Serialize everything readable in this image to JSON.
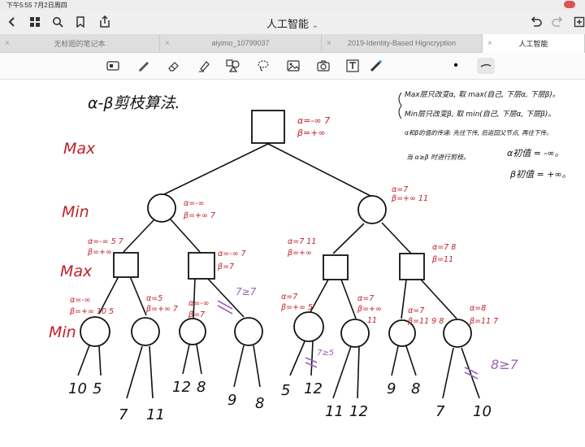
{
  "status_bar": {
    "time": "下午5:55  7月2日周四"
  },
  "nav": {
    "back_icon": "chevron-left-icon",
    "title": "人工智能",
    "title_chevron": "⌄"
  },
  "tabs": [
    {
      "label": "无标题的笔记本",
      "active": false
    },
    {
      "label": "aiyimo_10799037",
      "active": false
    },
    {
      "label": "2019-Identity-Based Higncryption",
      "active": false
    },
    {
      "label": "人工智能",
      "active": true
    }
  ],
  "toolbar": {
    "tools": [
      "page-thumbnail",
      "pen",
      "eraser",
      "highlighter",
      "shapes",
      "lasso",
      "image",
      "text",
      "bluetooth-pen"
    ],
    "dot_label": "•"
  },
  "note": {
    "heading": "α-β剪枝算法.",
    "levels": [
      "Max",
      "Min",
      "Max",
      "Min"
    ],
    "leaves": [
      "10",
      "5",
      "7",
      "11",
      "12",
      "8",
      "9",
      "8",
      "5",
      "12",
      "11",
      "12",
      "9",
      "8",
      "7",
      "10"
    ],
    "root_ann": [
      "α=-∞ 7",
      "β=+∞"
    ],
    "min_left_ann": [
      "α=-∞",
      "β=+∞ 7"
    ],
    "min_right_ann": [
      "α=7",
      "β=+∞ 11"
    ],
    "max1_ann": [
      "α=-∞ 5 7",
      "β=+∞"
    ],
    "max2_ann": [
      "α=-∞ 7",
      "β=7"
    ],
    "max3_ann": [
      "α=7 11",
      "β=+∞"
    ],
    "max4_ann": [
      "α=7 8",
      "β=11"
    ],
    "min1_ann": [
      "α=-∞",
      "β=+∞ 10 5"
    ],
    "min2_ann": [
      "α=5",
      "β=+∞ 7"
    ],
    "min3_ann": [
      "α=-∞",
      "β=7"
    ],
    "min5_ann": [
      "α=7",
      "β=+∞ 5"
    ],
    "min6_ann": [
      "α=7",
      "β=+∞",
      "11"
    ],
    "min7_ann": [
      "α=7",
      "β=11 9 8"
    ],
    "min8_ann": [
      "α=8",
      "β=11 7"
    ],
    "prune_marks": [
      "7≥7",
      "7≥5",
      "8≥7"
    ],
    "notes": [
      "Max层只改变α, 取 max(自己, 下层α, 下层β)。",
      "Min层只改变β, 取 min(自己, 下层α, 下层β)。",
      "α和β的值的传递: 先往下传, 后返回父节点, 再往下传。",
      "当 α≥β 时进行剪枝。",
      "α初值 = -∞。",
      "β初值 = +∞。"
    ]
  }
}
